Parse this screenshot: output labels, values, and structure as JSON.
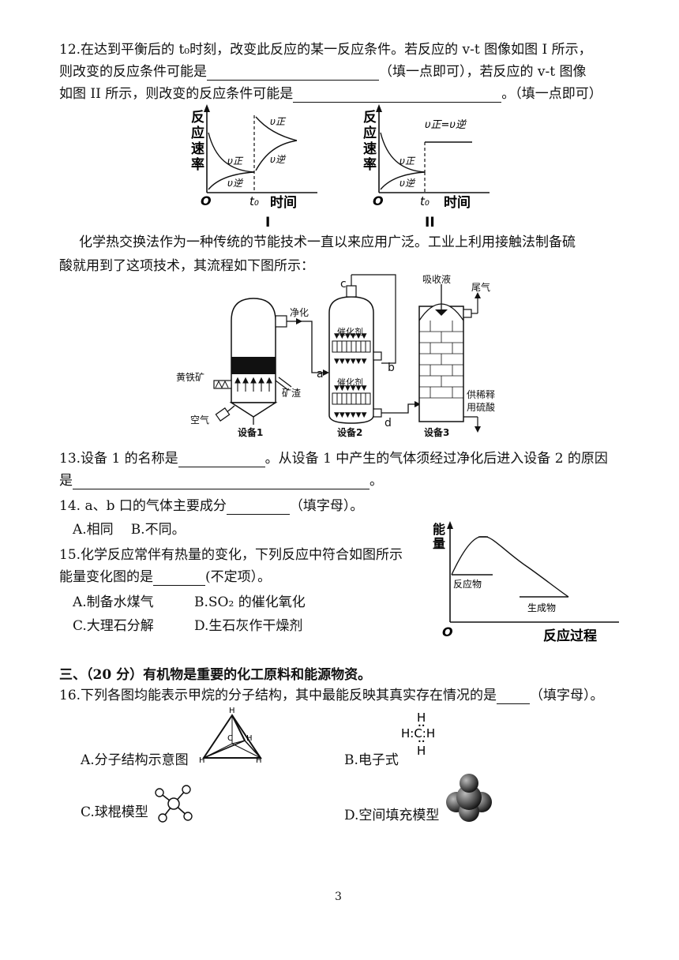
{
  "q12": {
    "line1": "12.在达到平衡后的 t₀时刻，改变此反应的某一反应条件。若反应的 v-t 图像如图 I 所示，",
    "line2_pre": "则改变的反应条件可能是",
    "line2_post": "（填一点即可），若反应的 v-t 图像",
    "line3_pre": "如图 II 所示，则改变的反应条件可能是",
    "line3_post": "。（填一点即可）"
  },
  "graph1": {
    "ylabel": [
      "反",
      "应",
      "速",
      "率"
    ],
    "origin": "O",
    "t0": "t₀",
    "xlabel": "时间",
    "roman": "I",
    "v_forward": "υ正",
    "v_reverse": "υ逆",
    "v_forward_top": "υ正",
    "v_reverse_top": "υ逆"
  },
  "graph2": {
    "ylabel": [
      "反",
      "应",
      "速",
      "率"
    ],
    "origin": "O",
    "t0": "t₀",
    "xlabel": "时间",
    "roman": "II",
    "v_forward": "υ正",
    "v_reverse": "υ逆",
    "equal_label": "υ正=υ逆"
  },
  "intro": {
    "line1": "化学热交换法作为一种传统的节能技术一直以来应用广泛。工业上利用接触法制备硫",
    "line2": "酸就用到了这项技术，其流程如下图所示："
  },
  "flow": {
    "purify": "净化",
    "pyrite": "黄铁矿",
    "slag": "矿渣",
    "air": "空气",
    "device1": "设备1",
    "device2": "设备2",
    "device3": "设备3",
    "catalyst": "催化剂",
    "absorbent": "吸收液",
    "tail_gas": "尾气",
    "acid_line1": "供稀释",
    "acid_line2": "用硫酸",
    "port_a": "a",
    "port_b": "b",
    "port_c": "c",
    "port_d": "d"
  },
  "q13": {
    "line1_pre": "13.设备 1 的名称是",
    "line1_post": "。从设备 1 中产生的气体须经过净化后进入设备 2 的原因",
    "line2_pre": "是",
    "line2_post": "。"
  },
  "q14": {
    "stem_pre": "14. a、b 口的气体主要成分",
    "stem_post": "（填字母）。",
    "opt_a": "A.相同",
    "opt_b": "B.不同。"
  },
  "q15": {
    "line1": "15.化学反应常伴有热量的变化，下列反应中符合如图所示",
    "line2_pre": "能量变化图的是",
    "line2_post": "(不定项）。",
    "opt_a": "A.制备水煤气",
    "opt_b": "B.SO₂ 的催化氧化",
    "opt_c": "C.大理石分解",
    "opt_d": "D.生石灰作干燥剂"
  },
  "energy_chart": {
    "ylabel": [
      "能",
      "量"
    ],
    "origin": "O",
    "xlabel": "反应过程",
    "reactants": "反应物",
    "products": "生成物"
  },
  "section3": {
    "title": "三、（20 分）有机物是重要的化工原料和能源物资。"
  },
  "q16": {
    "stem_pre": "16.下列各图均能表示甲烷的分子结构，其中最能反映其真实存在情况的是",
    "stem_post": "（填字母）。",
    "opt_a": "A.分子结构示意图",
    "opt_b": "B.电子式",
    "opt_c": "C.球棍模型",
    "opt_d": "D.空间填充模型",
    "atom_h": "H",
    "atom_c": "C",
    "dot_mid": "H:C:H",
    "dots": "••"
  },
  "page_number": "3"
}
